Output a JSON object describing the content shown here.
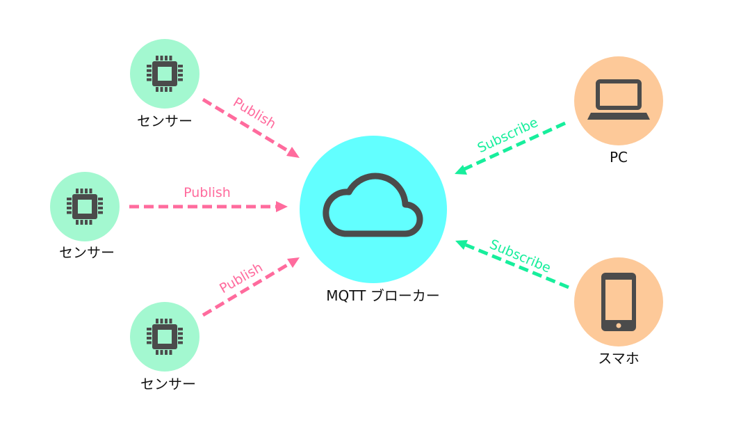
{
  "colors": {
    "publish": "#ff6b9d",
    "subscribe": "#17ee9c",
    "sensor_bg": "#a3f8d0",
    "broker_bg": "#62ffff",
    "client_bg": "#fdc999",
    "icon": "#4b4b4b"
  },
  "broker": {
    "label": "MQTT ブローカー",
    "icon": "cloud-icon"
  },
  "sensors": [
    {
      "label": "センサー",
      "icon": "chip-icon"
    },
    {
      "label": "センサー",
      "icon": "chip-icon"
    },
    {
      "label": "センサー",
      "icon": "chip-icon"
    }
  ],
  "clients": [
    {
      "label": "PC",
      "icon": "laptop-icon"
    },
    {
      "label": "スマホ",
      "icon": "smartphone-icon"
    }
  ],
  "arrows": {
    "publish": [
      "Publish",
      "Publish",
      "Publish"
    ],
    "subscribe": [
      "Subscribe",
      "Subscribe"
    ]
  }
}
